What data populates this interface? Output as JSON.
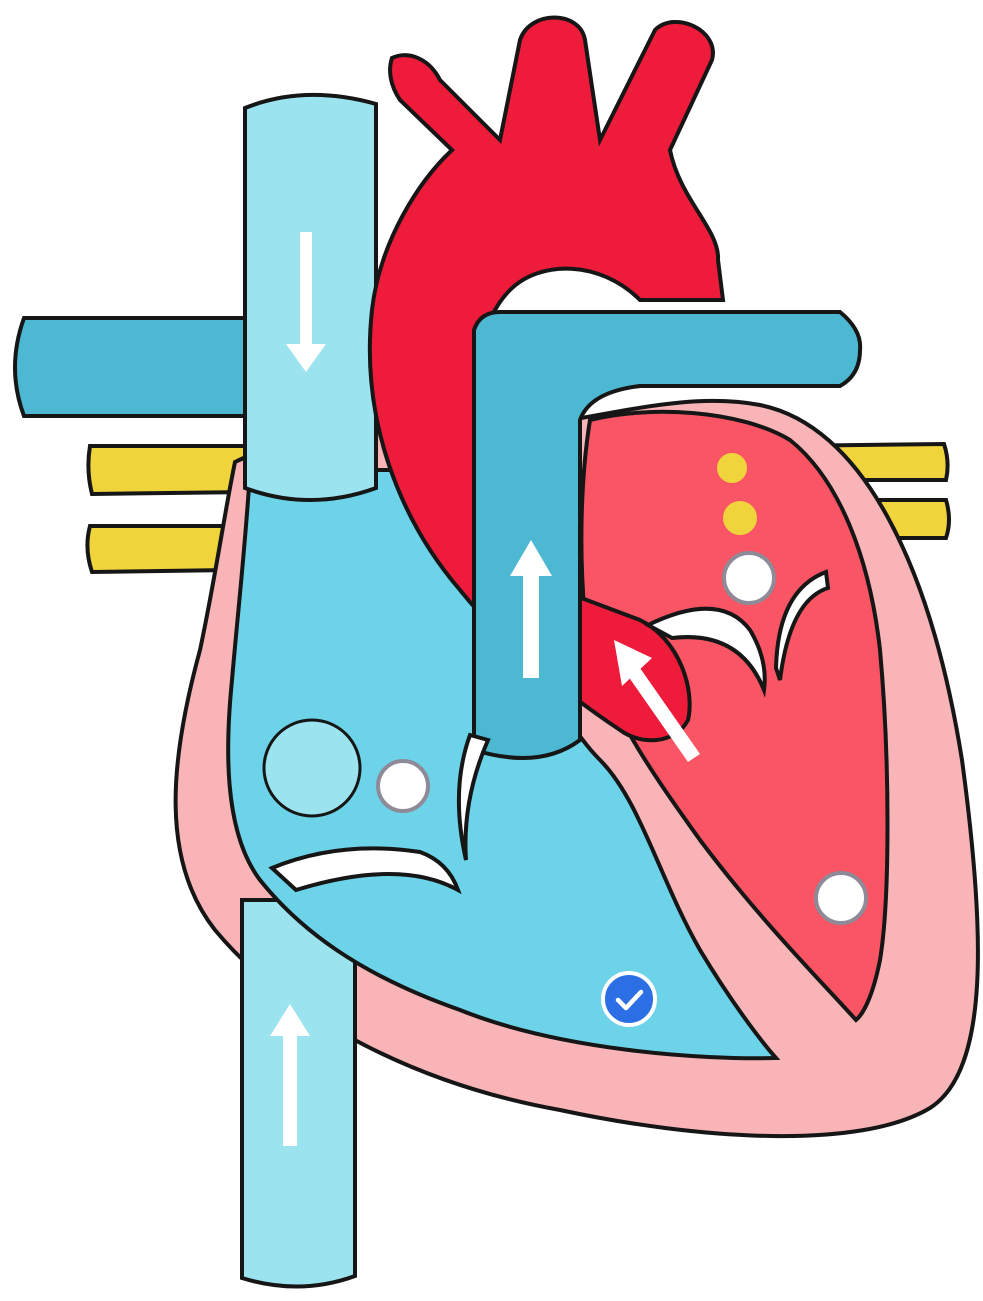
{
  "colors": {
    "deoxygenated_light": "#9ce3f0",
    "deoxygenated_mid": "#6cd3e8",
    "deoxygenated_dark": "#4cb8d2",
    "oxygenated_dark": "#ee1b3a",
    "oxygenated_mid": "#f95565",
    "heart_wall": "#f8b4b6",
    "conduction": "#f0d43c",
    "outline": "#161616",
    "arrow": "#ffffff",
    "hotspot_ring": "#8e8a97",
    "hotspot_selected": "#2c6fe4"
  },
  "hotspots": [
    {
      "id": "left-atrium",
      "selected": false,
      "icon": "empty-circle"
    },
    {
      "id": "right-atrium",
      "selected": false,
      "icon": "empty-circle"
    },
    {
      "id": "left-ventricle",
      "selected": false,
      "icon": "empty-circle"
    },
    {
      "id": "right-ventricle",
      "selected": true,
      "icon": "check-icon"
    }
  ],
  "flow_arrows": [
    {
      "id": "superior-vena-cava-flow",
      "direction": "down"
    },
    {
      "id": "inferior-vena-cava-flow",
      "direction": "up"
    },
    {
      "id": "pulmonary-artery-flow",
      "direction": "up"
    },
    {
      "id": "aorta-flow",
      "direction": "up-left"
    }
  ]
}
